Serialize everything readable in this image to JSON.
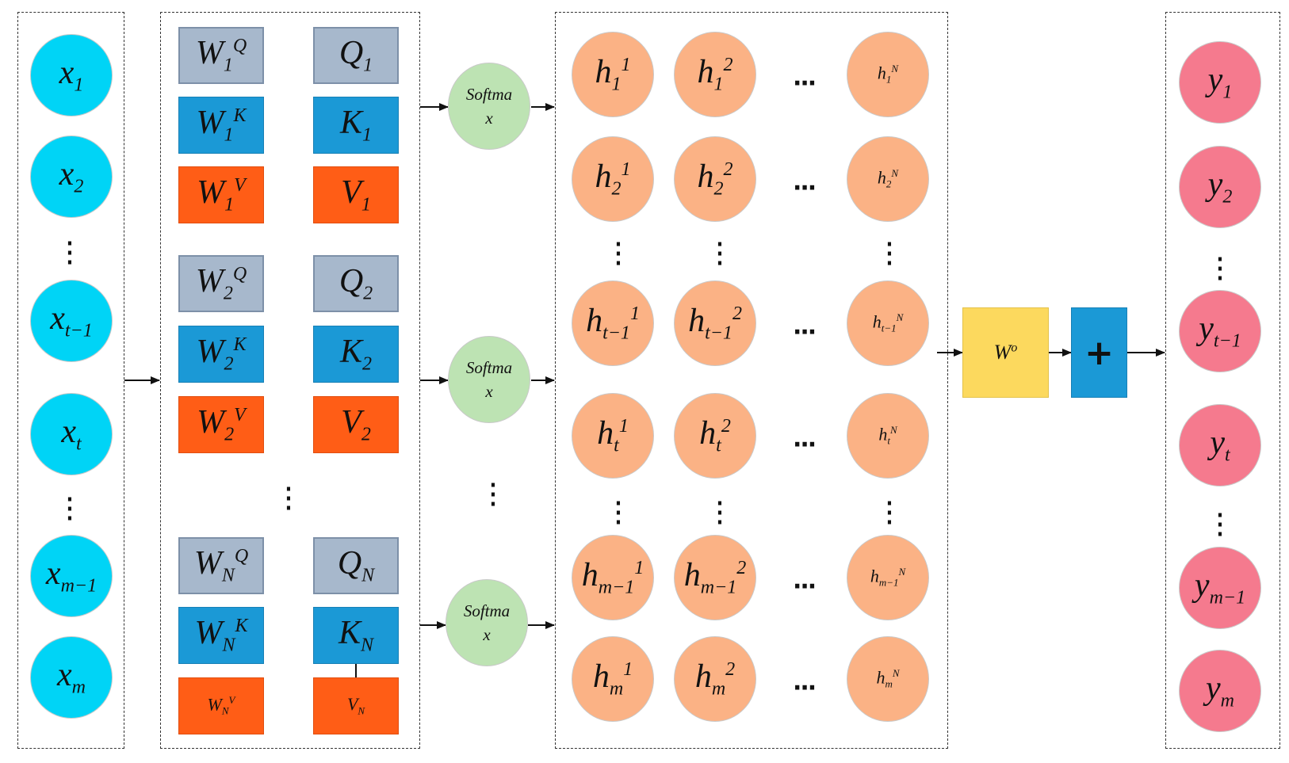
{
  "inputs": [
    {
      "base": "x",
      "sub": "1"
    },
    {
      "base": "x",
      "sub": "2"
    },
    {
      "base": "x",
      "sub": "t−1"
    },
    {
      "base": "x",
      "sub": "t"
    },
    {
      "base": "x",
      "sub": "m−1"
    },
    {
      "base": "x",
      "sub": "m"
    }
  ],
  "heads": [
    {
      "wq": {
        "base": "W",
        "sub": "1",
        "sup": "Q"
      },
      "q": {
        "base": "Q",
        "sub": "1"
      },
      "wk": {
        "base": "W",
        "sub": "1",
        "sup": "K"
      },
      "k": {
        "base": "K",
        "sub": "1"
      },
      "wv": {
        "base": "W",
        "sub": "1",
        "sup": "V"
      },
      "v": {
        "base": "V",
        "sub": "1"
      }
    },
    {
      "wq": {
        "base": "W",
        "sub": "2",
        "sup": "Q"
      },
      "q": {
        "base": "Q",
        "sub": "2"
      },
      "wk": {
        "base": "W",
        "sub": "2",
        "sup": "K"
      },
      "k": {
        "base": "K",
        "sub": "2"
      },
      "wv": {
        "base": "W",
        "sub": "2",
        "sup": "V"
      },
      "v": {
        "base": "V",
        "sub": "2"
      }
    },
    {
      "wq": {
        "base": "W",
        "sub": "N",
        "sup": "Q"
      },
      "q": {
        "base": "Q",
        "sub": "N"
      },
      "wk": {
        "base": "W",
        "sub": "N",
        "sup": "K"
      },
      "k": {
        "base": "K",
        "sub": "N"
      },
      "wv": {
        "base": "W",
        "sub": "N",
        "sup": "V"
      },
      "v": {
        "base": "V",
        "sub": "N"
      }
    }
  ],
  "softmax": {
    "line1": "Softma",
    "line2": "x"
  },
  "hidden": {
    "base": "h",
    "rows": [
      "1",
      "2",
      "t−1",
      "t",
      "m−1",
      "m"
    ],
    "cols": [
      "1",
      "2",
      "N"
    ]
  },
  "output_weight": {
    "base": "W",
    "sup": "o"
  },
  "plus_label": "+",
  "outputs": [
    {
      "base": "y",
      "sub": "1"
    },
    {
      "base": "y",
      "sub": "2"
    },
    {
      "base": "y",
      "sub": "t−1"
    },
    {
      "base": "y",
      "sub": "t"
    },
    {
      "base": "y",
      "sub": "m−1"
    },
    {
      "base": "y",
      "sub": "m"
    }
  ],
  "colors": {
    "input": "#00d4f6",
    "query": "#a7b8cc",
    "key": "#1b99d6",
    "value": "#ff5d16",
    "softmax": "#bde3b3",
    "hidden": "#fbb285",
    "output_weight": "#fcd95e",
    "plus": "#1b99d6",
    "output": "#f57a8e"
  }
}
